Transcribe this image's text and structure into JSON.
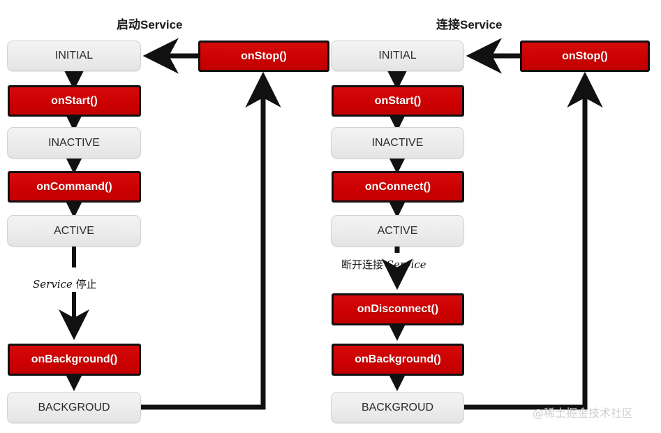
{
  "diagram": {
    "title_left": "启动Service",
    "title_right": "连接Service",
    "watermark": "@稀土掘金技术社区",
    "accent_red": "#CC0000",
    "state_fill": "#ECECEC",
    "stroke": "#111111"
  },
  "left_flow": {
    "title": "启动Service",
    "nodes": [
      {
        "id": "l-initial",
        "label": "INITIAL",
        "kind": "state"
      },
      {
        "id": "l-onstart",
        "label": "onStart()",
        "kind": "callback"
      },
      {
        "id": "l-inactive",
        "label": "INACTIVE",
        "kind": "state"
      },
      {
        "id": "l-oncommand",
        "label": "onCommand()",
        "kind": "callback"
      },
      {
        "id": "l-active",
        "label": "ACTIVE",
        "kind": "state"
      },
      {
        "id": "l-onbackground",
        "label": "onBackground()",
        "kind": "callback"
      },
      {
        "id": "l-background",
        "label": "BACKGROUD",
        "kind": "state"
      },
      {
        "id": "l-onstop",
        "label": "onStop()",
        "kind": "callback"
      }
    ],
    "edge_label_text_italic": "Service",
    "edge_label_text_cjk": " 停止"
  },
  "right_flow": {
    "title": "连接Service",
    "nodes": [
      {
        "id": "r-initial",
        "label": "INITIAL",
        "kind": "state"
      },
      {
        "id": "r-onstart",
        "label": "onStart()",
        "kind": "callback"
      },
      {
        "id": "r-inactive",
        "label": "INACTIVE",
        "kind": "state"
      },
      {
        "id": "r-onconnect",
        "label": "onConnect()",
        "kind": "callback"
      },
      {
        "id": "r-active",
        "label": "ACTIVE",
        "kind": "state"
      },
      {
        "id": "r-ondisconnect",
        "label": "onDisconnect()",
        "kind": "callback"
      },
      {
        "id": "r-onbackground",
        "label": "onBackground()",
        "kind": "callback"
      },
      {
        "id": "r-background",
        "label": "BACKGROUD",
        "kind": "state"
      },
      {
        "id": "r-onstop",
        "label": "onStop()",
        "kind": "callback"
      }
    ],
    "edge_label_text_cjk": "断开连接 ",
    "edge_label_text_italic": "Service"
  },
  "chart_data": {
    "type": "diagram",
    "title": "Service lifecycle state machines",
    "columns": [
      {
        "name": "启动Service",
        "sequence": [
          "INITIAL",
          "onStart()",
          "INACTIVE",
          "onCommand()",
          "ACTIVE",
          "onBackground()",
          "BACKGROUD"
        ],
        "transition_labels": [
          null,
          null,
          null,
          null,
          "Service 停止",
          null
        ],
        "return_path": {
          "from": "BACKGROUD",
          "via": "onStop()",
          "to": "INITIAL"
        }
      },
      {
        "name": "连接Service",
        "sequence": [
          "INITIAL",
          "onStart()",
          "INACTIVE",
          "onConnect()",
          "ACTIVE",
          "onDisconnect()",
          "onBackground()",
          "BACKGROUD"
        ],
        "transition_labels": [
          null,
          null,
          null,
          null,
          "断开连接 Service",
          null,
          null
        ],
        "return_path": {
          "from": "BACKGROUD",
          "via": "onStop()",
          "to": "INITIAL"
        }
      }
    ]
  }
}
